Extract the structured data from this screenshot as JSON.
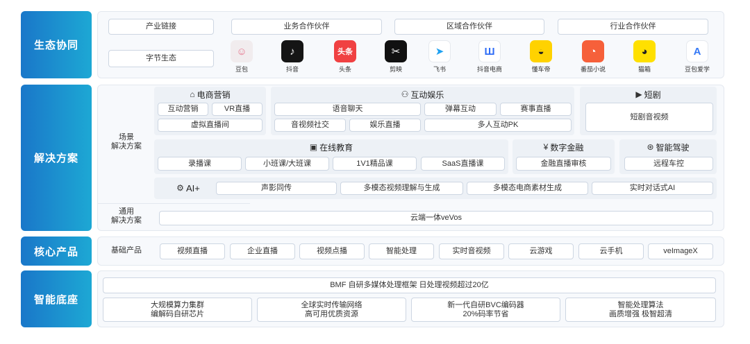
{
  "sections": {
    "ecosystem": "生态协同",
    "solutions": "解决方案",
    "core": "核心产品",
    "base": "智能底座"
  },
  "ecosystem": {
    "industry_link": "产业链接",
    "bytedance": "字节生态",
    "partners": [
      "业务合作伙伴",
      "区域合作伙伴",
      "行业合作伙伴"
    ],
    "apps": [
      {
        "name": "豆包",
        "icon": "doubao-icon",
        "glyph": "☺",
        "color": "#f1ecee"
      },
      {
        "name": "抖音",
        "icon": "douyin-icon",
        "glyph": "♪",
        "color": "#151515"
      },
      {
        "name": "头条",
        "icon": "toutiao-icon",
        "glyph": "头条",
        "color": "#f04142"
      },
      {
        "name": "剪映",
        "icon": "jianying-icon",
        "glyph": "✂",
        "color": "#111111"
      },
      {
        "name": "飞书",
        "icon": "feishu-icon",
        "glyph": "➤",
        "color": "#ffffff"
      },
      {
        "name": "抖音电商",
        "icon": "douyin-ecommerce-icon",
        "glyph": "Ш",
        "color": "#ffffff"
      },
      {
        "name": "懂车帝",
        "icon": "dongchedi-icon",
        "glyph": "◒",
        "color": "#ffd200"
      },
      {
        "name": "番茄小说",
        "icon": "fanqie-icon",
        "glyph": "◔",
        "color": "#f6603a"
      },
      {
        "name": "猫箱",
        "icon": "maoxiang-icon",
        "glyph": "◕",
        "color": "#ffe000"
      },
      {
        "name": "豆包爱学",
        "icon": "doubao-aixue-icon",
        "glyph": "A",
        "color": "#ffffff"
      }
    ]
  },
  "solutions": {
    "scene_label": "场景\n解决方案",
    "general_label": "通用\n解决方案",
    "ecommerce": {
      "title": "电商营销",
      "items": [
        "互动营销",
        "VR直播",
        "虚拟直播间"
      ]
    },
    "entertainment": {
      "title": "互动娱乐",
      "items": [
        "语音聊天",
        "弹幕互动",
        "赛事直播",
        "音视频社交",
        "娱乐直播",
        "多人互动PK"
      ]
    },
    "short_drama": {
      "title": "短剧",
      "items": [
        "短剧音视频"
      ]
    },
    "education": {
      "title": "在线教育",
      "items": [
        "录播课",
        "小班课/大班课",
        "1V1精品课",
        "SaaS直播课"
      ]
    },
    "finance": {
      "title": "数字金融",
      "items": [
        "金融直播审核"
      ]
    },
    "driving": {
      "title": "智能驾驶",
      "items": [
        "远程车控"
      ]
    },
    "ai": {
      "title": "AI+",
      "items": [
        "声影同传",
        "多模态视频理解与生成",
        "多模态电商素材生成",
        "实时对话式AI"
      ]
    },
    "general": "云端一体veVos"
  },
  "core": {
    "label": "基础产品",
    "items": [
      "视频直播",
      "企业直播",
      "视频点播",
      "智能处理",
      "实时音视频",
      "云游戏",
      "云手机",
      "veImageX"
    ]
  },
  "base": {
    "framework": "BMF 自研多媒体处理框架 日处理视频超过20亿",
    "items": [
      {
        "l1": "大规模算力集群",
        "l2": "编解码自研芯片"
      },
      {
        "l1": "全球实时传输网络",
        "l2": "高可用优质资源"
      },
      {
        "l1": "新一代自研BVC编码器",
        "l2": "20%码率节省"
      },
      {
        "l1": "智能处理算法",
        "l2": "画质增强 极智超清"
      }
    ]
  },
  "colors": {
    "accent_start": "#1a77c9",
    "accent_end": "#1da8d4",
    "panel_bg": "#f7f9fc"
  }
}
